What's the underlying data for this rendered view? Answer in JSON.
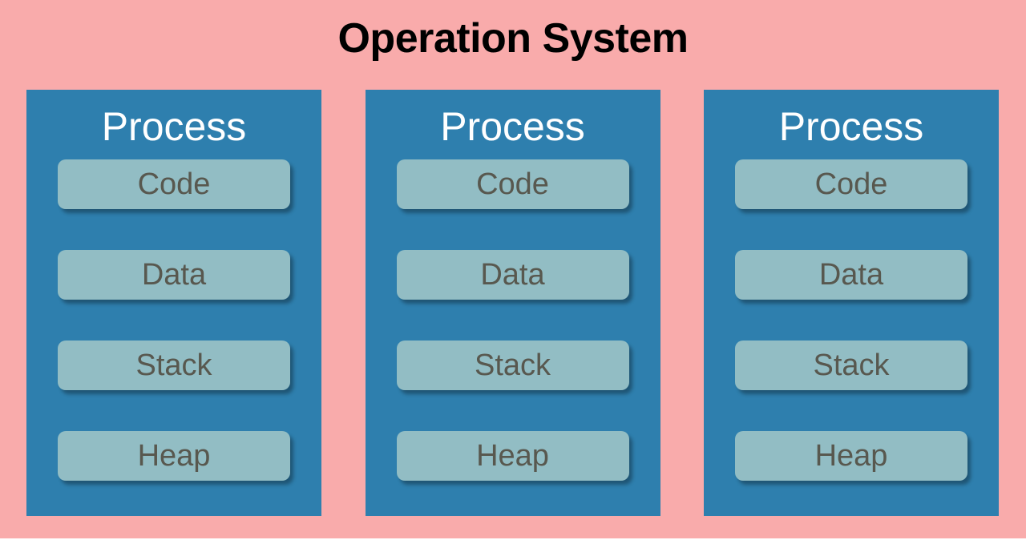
{
  "diagram": {
    "title": "Operation System",
    "title_color": "#000000",
    "background_color": "#f9abab",
    "panel_color": "#2e7fae",
    "segment_color": "#92bdc4",
    "segment_text_color": "#58584f",
    "heading_text_color": "#ffffff",
    "processes": [
      {
        "heading": "Process",
        "segments": [
          {
            "label": "Code"
          },
          {
            "label": "Data"
          },
          {
            "label": "Stack"
          },
          {
            "label": "Heap"
          }
        ]
      },
      {
        "heading": "Process",
        "segments": [
          {
            "label": "Code"
          },
          {
            "label": "Data"
          },
          {
            "label": "Stack"
          },
          {
            "label": "Heap"
          }
        ]
      },
      {
        "heading": "Process",
        "segments": [
          {
            "label": "Code"
          },
          {
            "label": "Data"
          },
          {
            "label": "Stack"
          },
          {
            "label": "Heap"
          }
        ]
      }
    ]
  }
}
